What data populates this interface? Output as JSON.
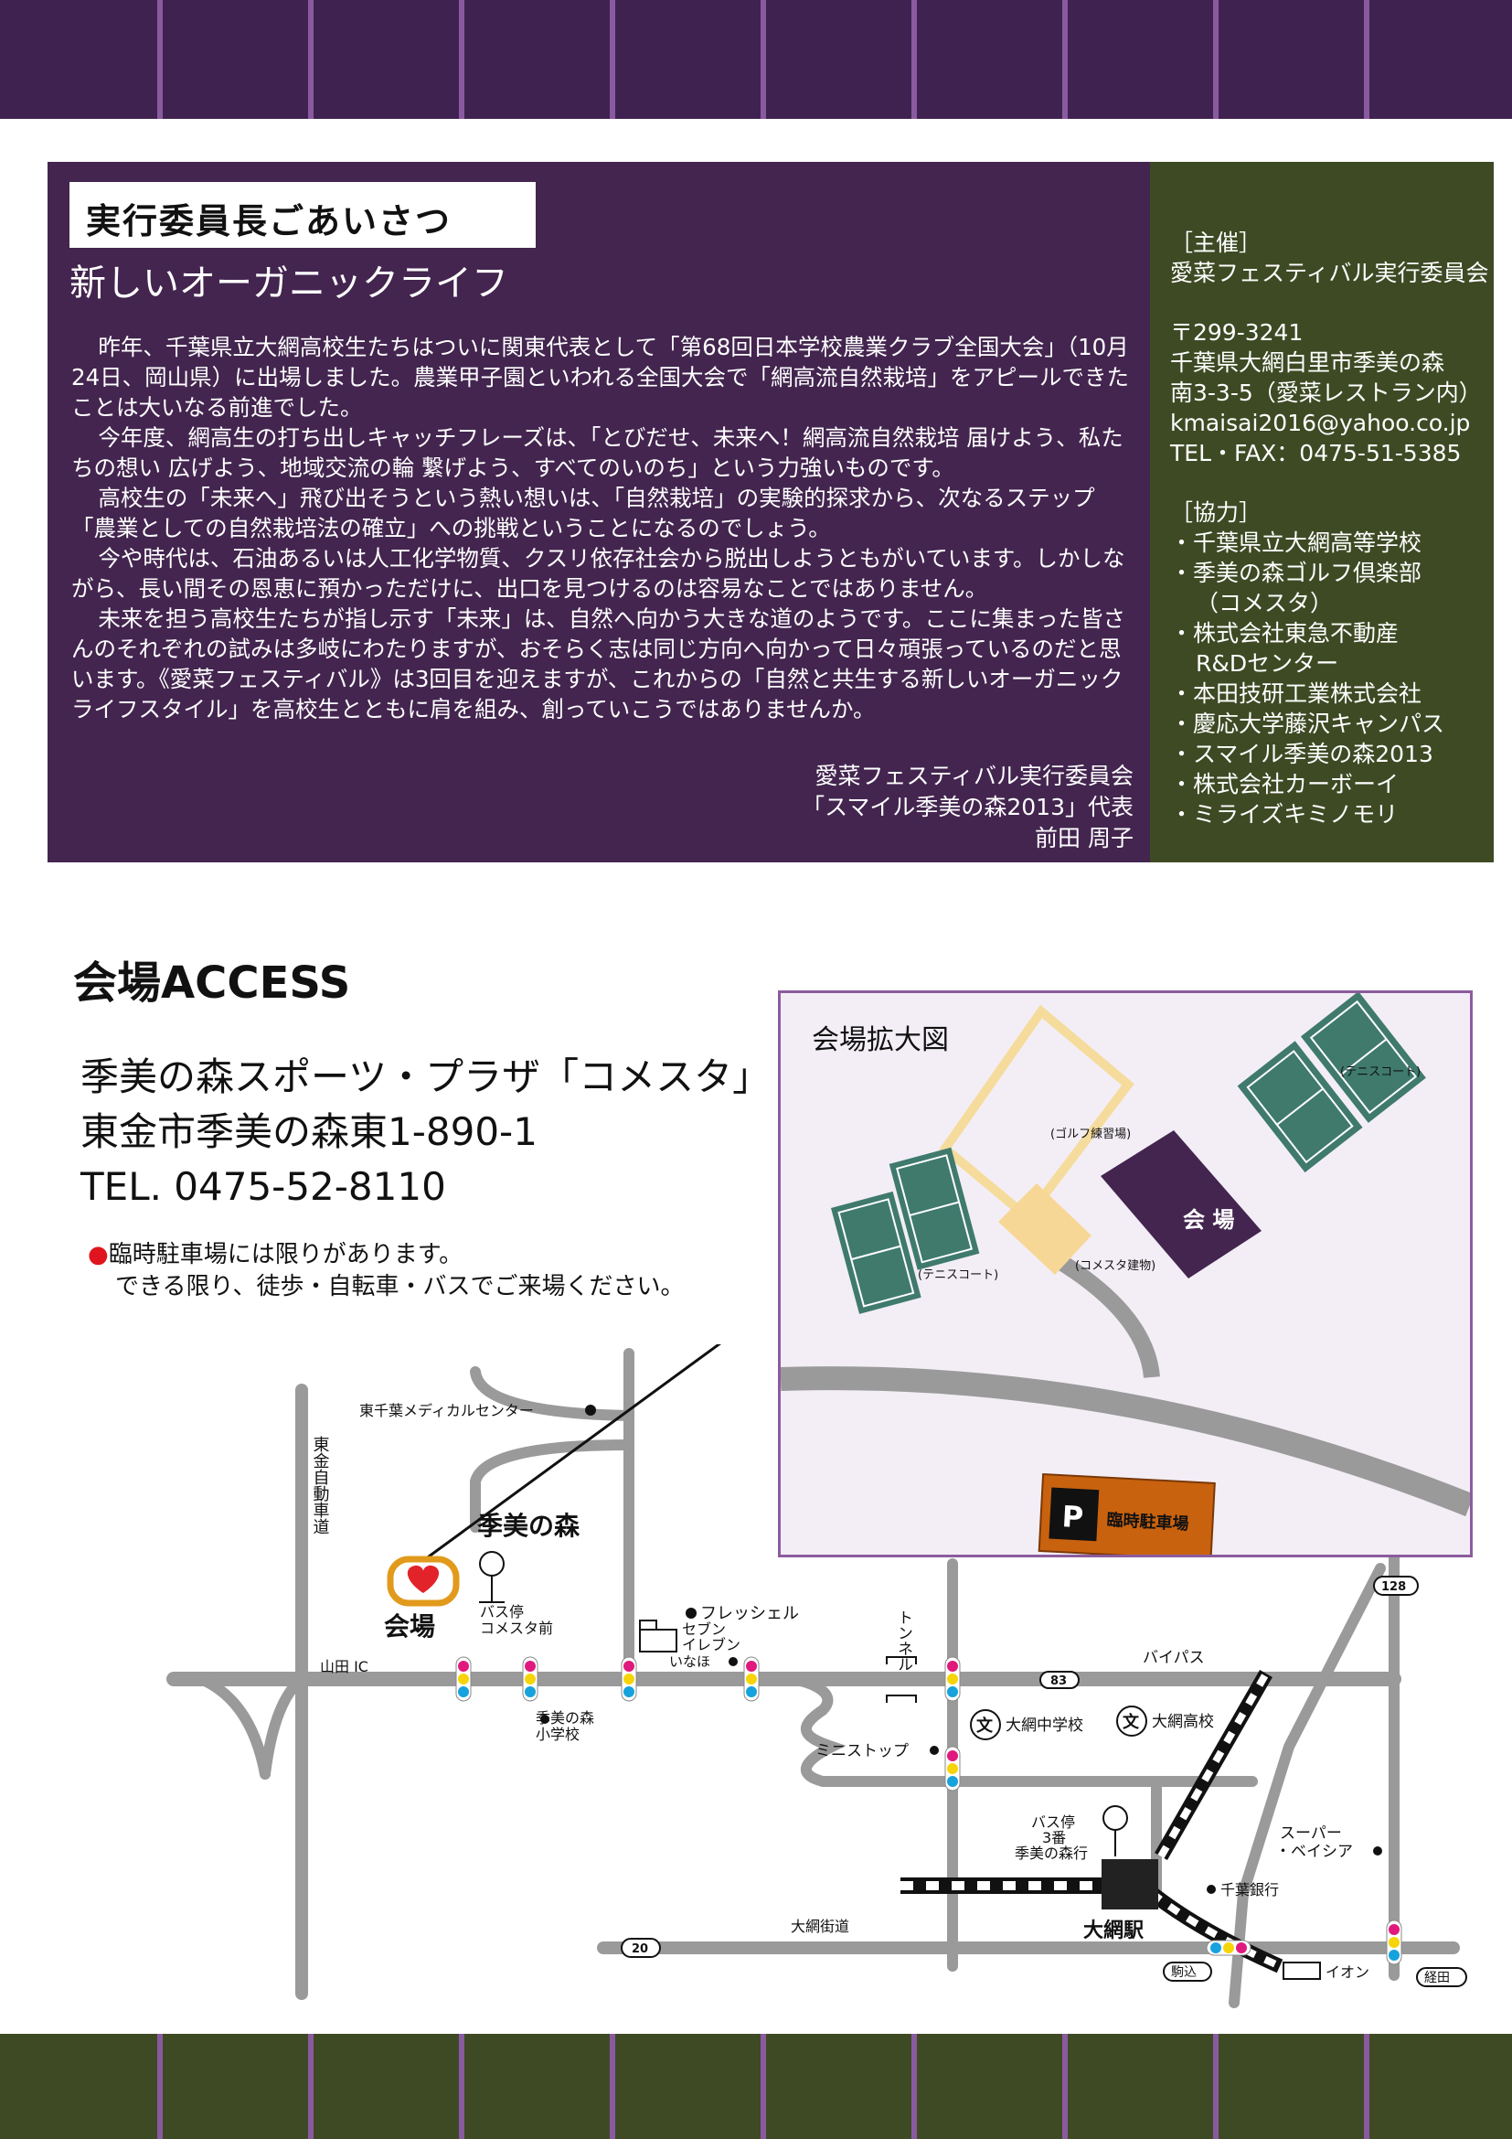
{
  "header_band": {
    "color": "#3f2250",
    "stripe_color": "#8a5aa0"
  },
  "footer_band": {
    "color": "#3e4a24",
    "stripe_color": "#8a5aa0"
  },
  "message": {
    "title": "実行委員長ごあいさつ",
    "subtitle": "新しいオーガニックライフ",
    "paragraphs": [
      "昨年、千葉県立大網高校生たちはついに関東代表として「第68回日本学校農業クラブ全国大会」（10月24日、岡山県）に出場しました。農業甲子園といわれる全国大会で「網高流自然栽培」をアピールできたことは大いなる前進でした。",
      "今年度、網高生の打ち出しキャッチフレーズは、「とびだせ、未来へ！網高流自然栽培 届けよう、私たちの想い 広げよう、地域交流の輪 繋げよう、すべてのいのち」という力強いものです。",
      "高校生の「未来へ」飛び出そうという熱い想いは、「自然栽培」の実験的探求から、次なるステップ「農業としての自然栽培法の確立」への挑戦ということになるのでしょう。",
      "今や時代は、石油あるいは人工化学物質、クスリ依存社会から脱出しようともがいています。しかしながら、長い間その恩恵に預かっただけに、出口を見つけるのは容易なことではありません。",
      "未来を担う高校生たちが指し示す「未来」は、自然へ向かう大きな道のようです。ここに集まった皆さんのそれぞれの試みは多岐にわたりますが、おそらく志は同じ方向へ向かって日々頑張っているのだと思います。《愛菜フェスティバル》は3回目を迎えますが、これからの「自然と共生する新しいオーガニックライフスタイル」を高校生とともに肩を組み、創っていこうではありませんか。"
    ],
    "signature": [
      "愛菜フェスティバル実行委員会",
      "「スマイル季美の森2013」代表",
      "前田 周子"
    ]
  },
  "sidebar": {
    "organizer_heading": "［主催］",
    "organizer_name": "愛菜フェスティバル実行委員会",
    "postal": "〒299-3241",
    "address1": "千葉県大網白里市季美の森",
    "address2": "南3-3-5（愛菜レストラン内）",
    "email": "kmaisai2016@yahoo.co.jp",
    "tel": "TEL・FAX：0475-51-5385",
    "cooperation_heading": "［協力］",
    "cooperation": [
      {
        "name": "・千葉県立大網高等学校",
        "sub": ""
      },
      {
        "name": "・季美の森ゴルフ倶楽部",
        "sub": "（コメスタ）"
      },
      {
        "name": "・株式会社東急不動産",
        "sub": "R&Dセンター"
      },
      {
        "name": "・本田技研工業株式会社",
        "sub": ""
      },
      {
        "name": "・慶応大学藤沢キャンパス",
        "sub": ""
      },
      {
        "name": "・スマイル季美の森2013",
        "sub": ""
      },
      {
        "name": "・株式会社カーボーイ",
        "sub": ""
      },
      {
        "name": "・ミライズキミノモリ",
        "sub": ""
      }
    ]
  },
  "access": {
    "title": "会場ACCESS",
    "venue_name": "季美の森スポーツ・プラザ「コメスタ」",
    "venue_address": "東金市季美の森東1-890-1",
    "venue_tel": "TEL. 0475-52-8110",
    "notice_bullet": "●",
    "notice_line1": "臨時駐車場には限りがあります。",
    "notice_line2": "できる限り、徒歩・自転車・バスでご来場ください。"
  },
  "map": {
    "labels": {
      "medical_center": "東千葉メディカルセンター",
      "expressway": "東金自動車道",
      "kiminomori": "季美の森",
      "venue": "会場",
      "bus_stop_comesta_1": "バス停",
      "bus_stop_comesta_2": "コメスタ前",
      "fresh": "フレッシェル",
      "seven_1": "セブン",
      "seven_2": "イレブン",
      "inaho": "いなほ",
      "tunnel": "トンネル",
      "yamada_ic": "山田 IC",
      "route83": "83",
      "bypass": "バイパス",
      "route128": "128",
      "school_elem_1": "季美の森",
      "school_elem_2": "小学校",
      "ministop": "ミニストップ",
      "junior_high": "大網中学校",
      "high_school": "大網高校",
      "bus_stop_3_1": "バス停",
      "bus_stop_3_2": "3番",
      "bus_stop_3_3": "季美の森行",
      "super_1": "スーパー",
      "super_2": "・ベイシア",
      "chiba_bank": "千葉銀行",
      "ooami_street": "大網街道",
      "route20": "20",
      "ooami_station": "大網駅",
      "komagome": "駒込",
      "aeon": "イオン",
      "keita": "経田",
      "school_symbol": "文"
    }
  },
  "inset": {
    "title": "会場拡大図",
    "tennis_left": "(テニスコート)",
    "tennis_right": "(テニスコート)",
    "golf": "(ゴルフ練習場)",
    "comesta": "(コメスタ建物)",
    "venue": "会 場",
    "parking_symbol": "P",
    "parking": "臨時駐車場"
  }
}
